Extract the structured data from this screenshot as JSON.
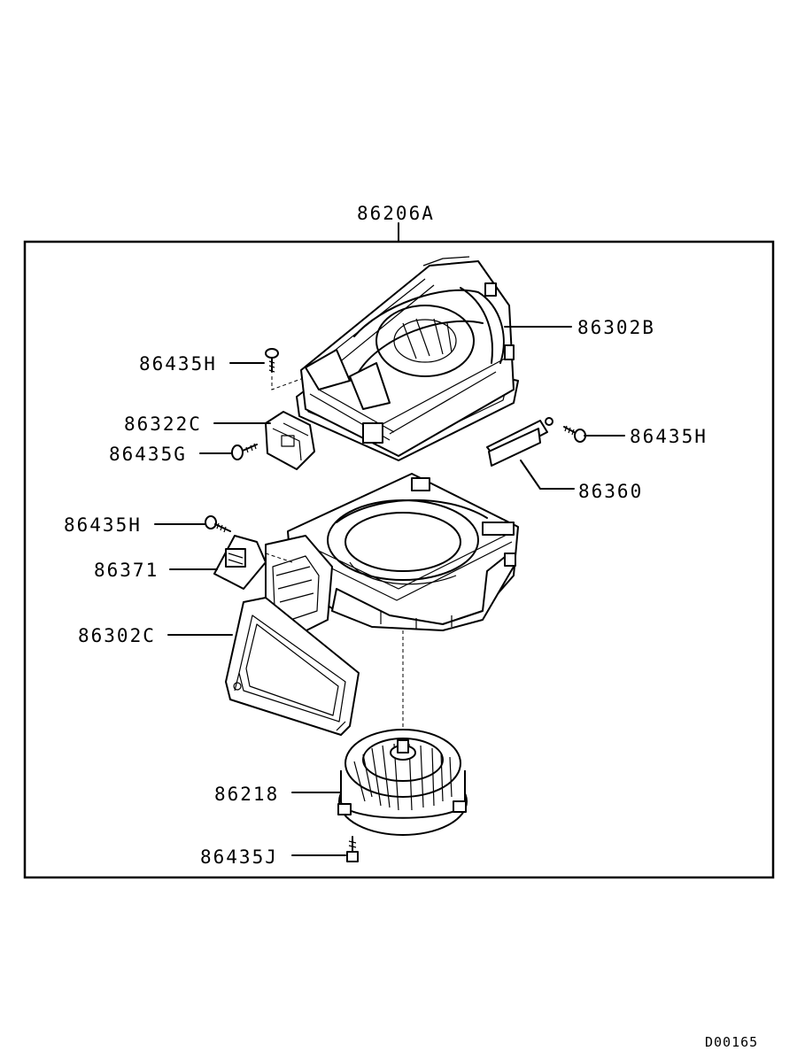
{
  "assembly_label": "86206A",
  "parts": {
    "upper_case": "86302B",
    "screw_upper_left": "86435H",
    "actuator": "86322C",
    "screw_actuator": "86435G",
    "screw_right": "86435H",
    "sensor": "86360",
    "screw_lower_left": "86435H",
    "resistor": "86371",
    "lower_case": "86302C",
    "blower_fan": "86218",
    "screw_bottom": "86435J"
  },
  "diagram_code": "D00165",
  "colors": {
    "ink": "#000000",
    "paper": "#ffffff"
  }
}
